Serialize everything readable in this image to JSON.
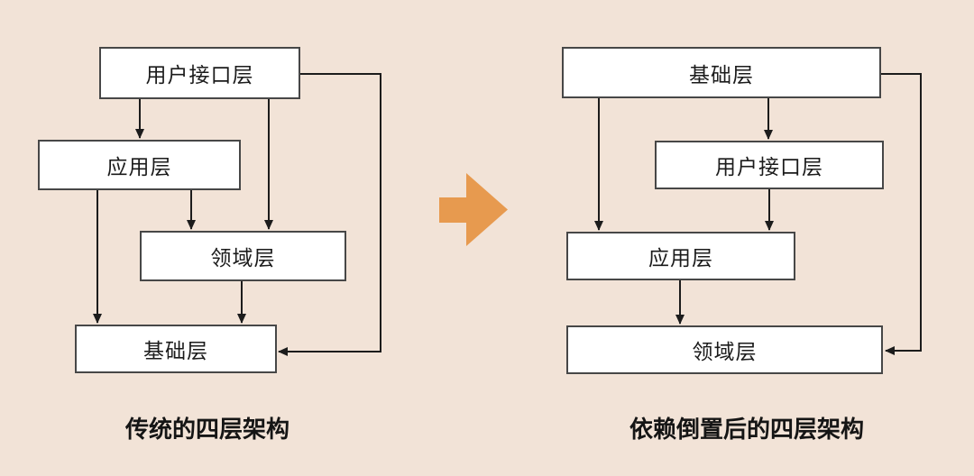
{
  "colors": {
    "background": "#F2E3D7",
    "transform_arrow": "#E79A4F",
    "line": "#1c1c1c",
    "box_fill": "#ffffff",
    "box_border": "#474747",
    "text": "#1b1b1b"
  },
  "left_diagram": {
    "caption": "传统的四层架构",
    "boxes": [
      {
        "id": "user-interface",
        "label": "用户接口层"
      },
      {
        "id": "application",
        "label": "应用层"
      },
      {
        "id": "domain",
        "label": "领域层"
      },
      {
        "id": "infrastructure",
        "label": "基础层"
      }
    ],
    "connections": [
      "用户接口层→应用层",
      "用户接口层→领域层",
      "用户接口层→基础层",
      "应用层→领域层",
      "应用层→基础层",
      "领域层→基础层"
    ]
  },
  "right_diagram": {
    "caption": "依赖倒置后的四层架构",
    "boxes": [
      {
        "id": "infrastructure",
        "label": "基础层"
      },
      {
        "id": "user-interface",
        "label": "用户接口层"
      },
      {
        "id": "application",
        "label": "应用层"
      },
      {
        "id": "domain",
        "label": "领域层"
      }
    ],
    "connections": [
      "基础层→用户接口层",
      "基础层→应用层",
      "基础层→领域层",
      "用户接口层→应用层",
      "应用层→领域层"
    ]
  },
  "transform_arrow": {
    "meaning": "transforms-into",
    "direction": "right"
  }
}
